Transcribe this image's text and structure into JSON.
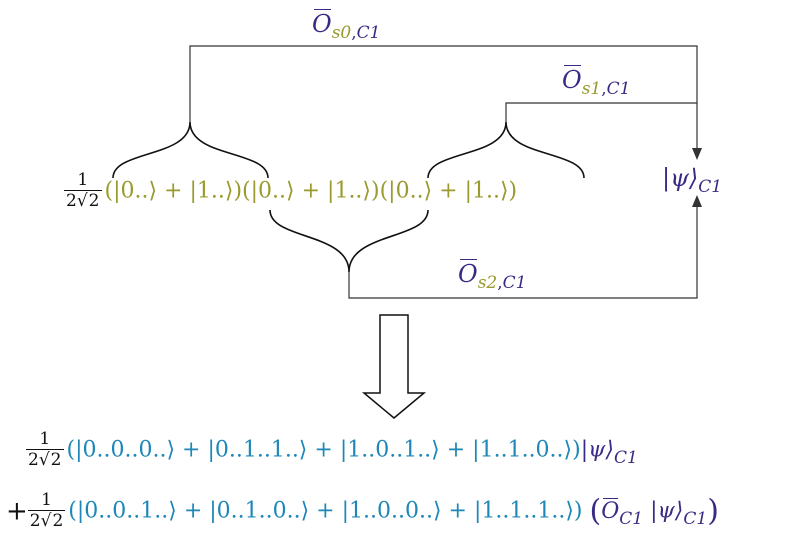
{
  "top_expression": {
    "prefactor_num": "1",
    "prefactor_den_coef": "2",
    "prefactor_den_root": "2",
    "factor_1": "(|0..⟩ + |1..⟩)",
    "factor_2": "(|0..⟩ + |1..⟩)",
    "factor_3": "(|0..⟩ + |1..⟩)"
  },
  "oracle_labels": {
    "o_s0": {
      "symbol": "O",
      "sub_s": "s0",
      "sub_sep": ",",
      "sub_c": "C1"
    },
    "o_s1": {
      "symbol": "O",
      "sub_s": "s1",
      "sub_sep": ",",
      "sub_c": "C1"
    },
    "o_s2": {
      "symbol": "O",
      "sub_s": "s2",
      "sub_sep": ",",
      "sub_c": "C1"
    }
  },
  "target": {
    "ket": "|ψ⟩",
    "sub": "C1"
  },
  "result": {
    "line1": {
      "prefactor_num": "1",
      "prefactor_den_coef": "2",
      "prefactor_den_root": "2",
      "terms": "(|0..0..0..⟩ + |0..1..1..⟩ + |1..0..1..⟩ + |1..1..0..⟩)",
      "ket": "|ψ⟩",
      "ket_sub": "C1"
    },
    "line2": {
      "plus": "+",
      "prefactor_num": "1",
      "prefactor_den_coef": "2",
      "prefactor_den_root": "2",
      "terms": "(|0..0..1..⟩ + |0..1..0..⟩ + |1..0..0..⟩ + |1..1..1..⟩)",
      "open_paren": "(",
      "oracle_symbol": "O",
      "oracle_sub": "C1",
      "ket": "|ψ⟩",
      "ket_sub": "C1",
      "close_paren": ")"
    }
  },
  "colors": {
    "purple": "#3b2a85",
    "olive": "#9a9a2e",
    "blue": "#1d87b8",
    "line": "#333333"
  }
}
